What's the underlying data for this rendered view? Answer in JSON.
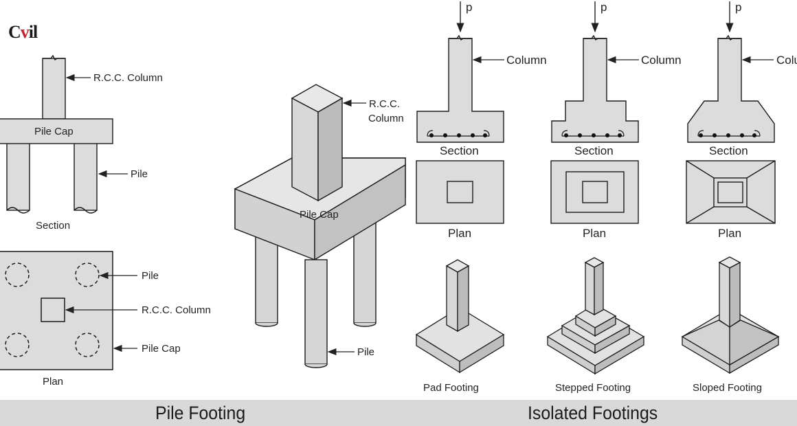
{
  "logo": {
    "text_c": "C",
    "text_v": "v",
    "text_il": "il"
  },
  "pile_footing": {
    "section_labels": {
      "column": "R.C.C. Column",
      "pile_cap": "Pile Cap",
      "pile": "Pile",
      "caption": "Section"
    },
    "plan_labels": {
      "pile": "Pile",
      "column": "R.C.C. Column",
      "pile_cap": "Pile Cap",
      "caption": "Plan"
    },
    "iso_labels": {
      "column_line1": "R.C.C.",
      "column_line2": "Column",
      "pile_cap": "Pile Cap",
      "pile": "Pile"
    },
    "title": "Pile Footing"
  },
  "isolated_footings": {
    "load_label": "p",
    "column_label": "Column",
    "column_label_cut": "Colu",
    "section_caption": "Section",
    "plan_caption": "Plan",
    "types": [
      "Pad Footing",
      "Stepped Footing",
      "Sloped Footing"
    ],
    "title": "Isolated Footings"
  },
  "colors": {
    "fill": "#dcdcdc",
    "stroke": "#1a1a1a",
    "caption_bar": "#d9d9d9"
  }
}
